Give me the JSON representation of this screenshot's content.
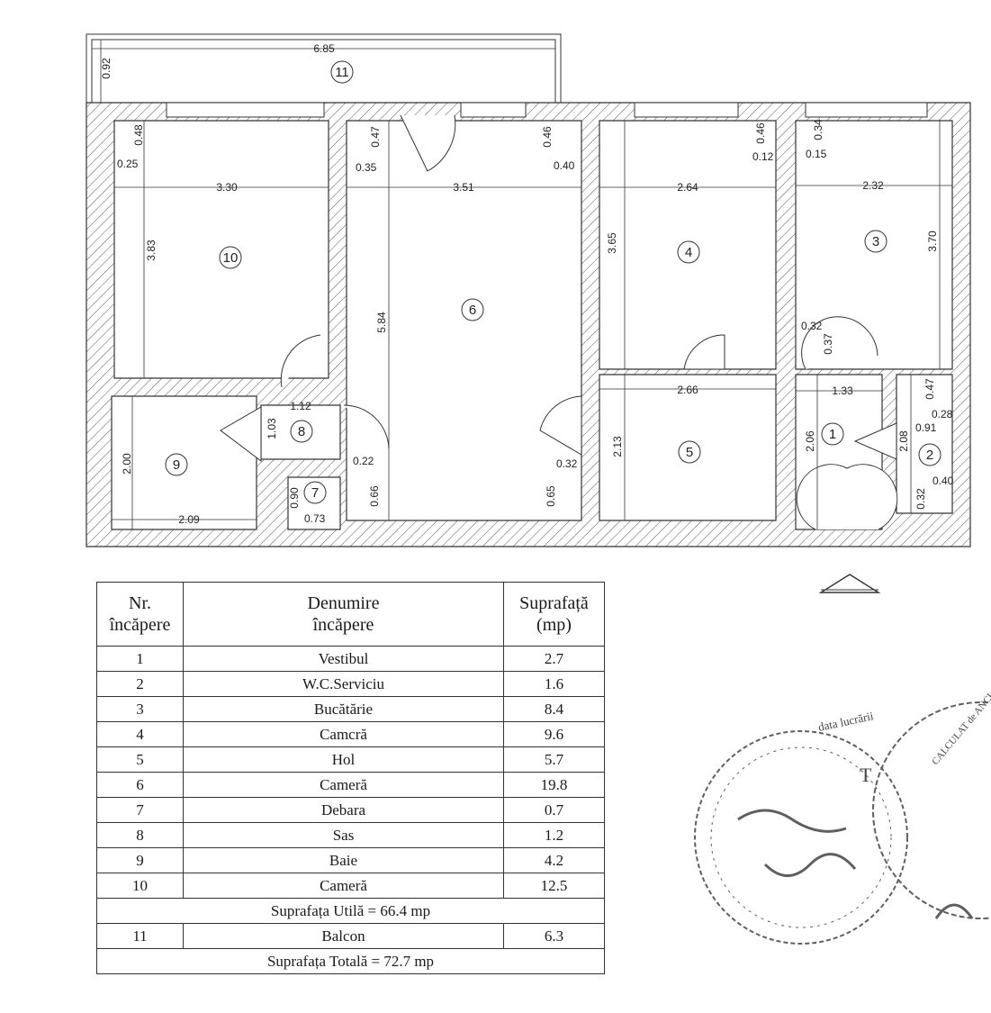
{
  "plan": {
    "dimensions": [
      "6.85",
      "0.92",
      "3.30",
      "3.51",
      "2.64",
      "2.32",
      "3.83",
      "5.84",
      "3.65",
      "3.70",
      "0.48",
      "0.25",
      "0.47",
      "0.35",
      "0.46",
      "0.40",
      "0.46",
      "0.12",
      "0.34",
      "0.15",
      "0.32",
      "0.37",
      "2.66",
      "1.33",
      "1.12",
      "1.03",
      "2.13",
      "2.06",
      "2.08",
      "0.47",
      "0.28",
      "0.91",
      "0.40",
      "0.32",
      "2.00",
      "2.09",
      "0.22",
      "0.32",
      "0.66",
      "0.65",
      "0.90",
      "0.73"
    ],
    "room_numbers": [
      "11",
      "10",
      "6",
      "4",
      "3",
      "8",
      "1",
      "5",
      "2",
      "9",
      "7"
    ]
  },
  "table": {
    "headers": [
      "Nr. încăpere",
      "Denumire încăpere",
      "Suprafață (mp)"
    ],
    "rows": [
      {
        "nr": "1",
        "name": "Vestibul",
        "area": "2.7"
      },
      {
        "nr": "2",
        "name": "W.C.Serviciu",
        "area": "1.6"
      },
      {
        "nr": "3",
        "name": "Bucătărie",
        "area": "8.4"
      },
      {
        "nr": "4",
        "name": "Camcră",
        "area": "9.6"
      },
      {
        "nr": "5",
        "name": "Hol",
        "area": "5.7"
      },
      {
        "nr": "6",
        "name": "Cameră",
        "area": "19.8"
      },
      {
        "nr": "7",
        "name": "Debara",
        "area": "0.7"
      },
      {
        "nr": "8",
        "name": "Sas",
        "area": "1.2"
      },
      {
        "nr": "9",
        "name": "Baie",
        "area": "4.2"
      },
      {
        "nr": "10",
        "name": "Cameră",
        "area": "12.5"
      }
    ],
    "utila": "Suprafața Utilă = 66.4 mp",
    "balcon": {
      "nr": "11",
      "name": "Balcon",
      "area": "6.3"
    },
    "totala": "Suprafața Totală = 72.7 mp"
  },
  "stamp": {
    "text": "data lucrării CALCULAT de ANCPI"
  }
}
